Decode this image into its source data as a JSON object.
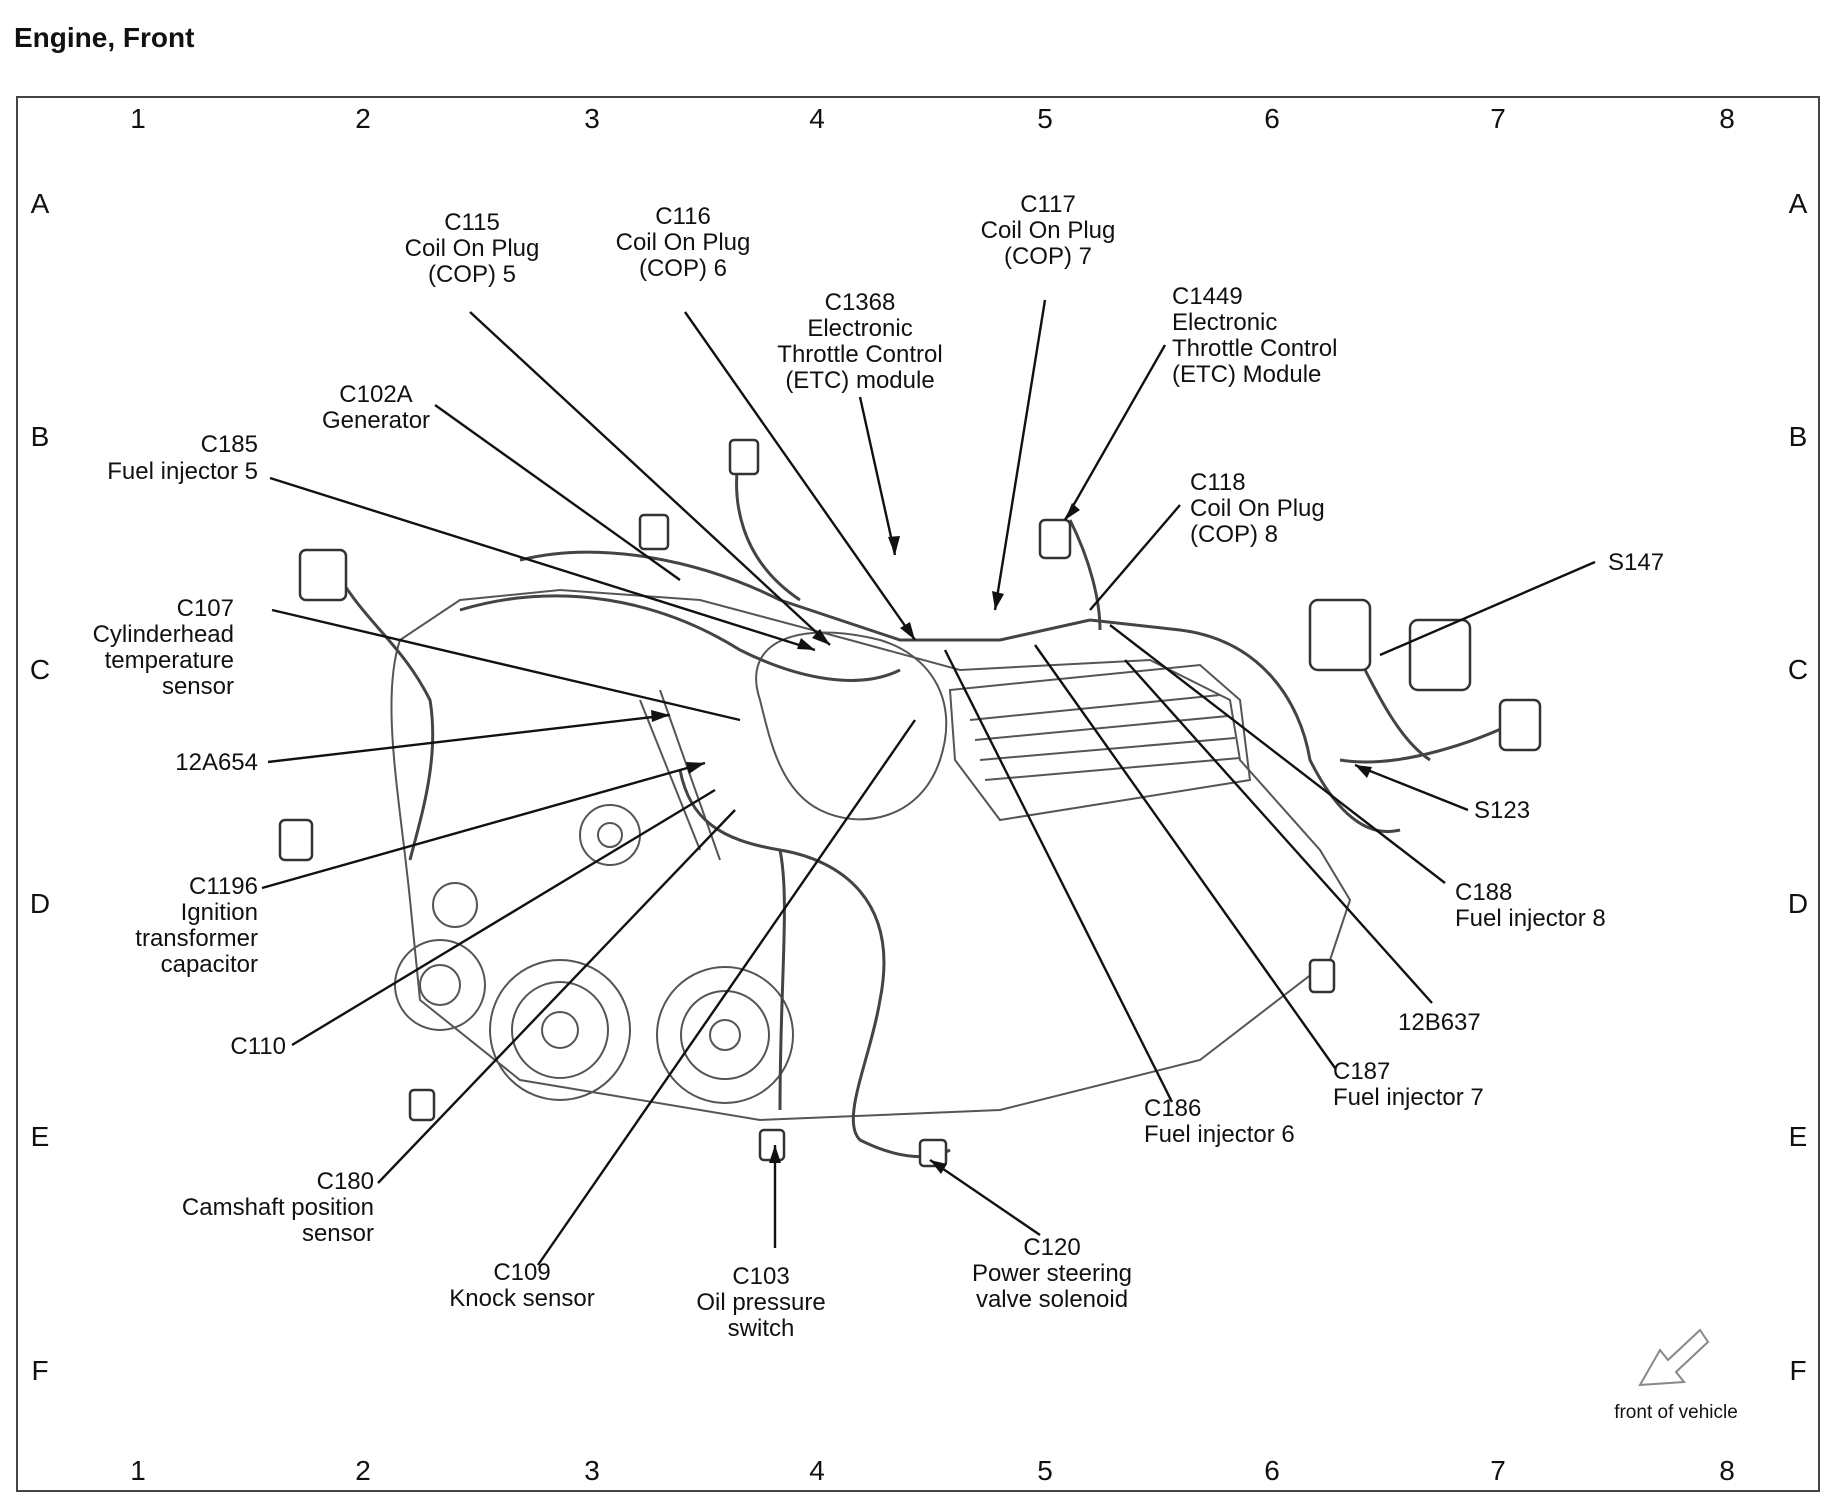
{
  "title": "Engine, Front",
  "grid": {
    "columns": [
      "1",
      "2",
      "3",
      "4",
      "5",
      "6",
      "7",
      "8"
    ],
    "rows": [
      "A",
      "B",
      "C",
      "D",
      "E",
      "F"
    ]
  },
  "labels": {
    "c115": [
      "C115",
      "Coil On Plug",
      "(COP) 5"
    ],
    "c116": [
      "C116",
      "Coil On Plug",
      "(COP) 6"
    ],
    "c117": [
      "C117",
      "Coil On Plug",
      "(COP) 7"
    ],
    "c1368": [
      "C1368",
      "Electronic",
      "Throttle Control",
      "(ETC) module"
    ],
    "c1449": [
      "C1449",
      "Electronic",
      "Throttle Control",
      "(ETC) Module"
    ],
    "c102a": [
      "C102A",
      "Generator"
    ],
    "c185": [
      "C185",
      "Fuel injector 5"
    ],
    "c118": [
      "C118",
      "Coil On Plug",
      "(COP) 8"
    ],
    "s147": [
      "S147"
    ],
    "c107": [
      "C107",
      "Cylinderhead",
      "temperature",
      "sensor"
    ],
    "p12a654": [
      "12A654"
    ],
    "s123": [
      "S123"
    ],
    "c1196": [
      "C1196",
      "Ignition",
      "transformer",
      "capacitor"
    ],
    "c188": [
      "C188",
      "Fuel injector 8"
    ],
    "c110": [
      "C110"
    ],
    "p12b637": [
      "12B637"
    ],
    "c187": [
      "C187",
      "Fuel injector 7"
    ],
    "c186": [
      "C186",
      "Fuel injector 6"
    ],
    "c180": [
      "C180",
      "Camshaft position",
      "sensor"
    ],
    "c109": [
      "C109",
      "Knock sensor"
    ],
    "c103": [
      "C103",
      "Oil pressure",
      "switch"
    ],
    "c120": [
      "C120",
      "Power steering",
      "valve solenoid"
    ]
  },
  "front_of_vehicle": "front of vehicle",
  "colors": {
    "line": "#111111",
    "drawing": "#555555",
    "border": "#444444",
    "shade": "#bbbbbb"
  }
}
